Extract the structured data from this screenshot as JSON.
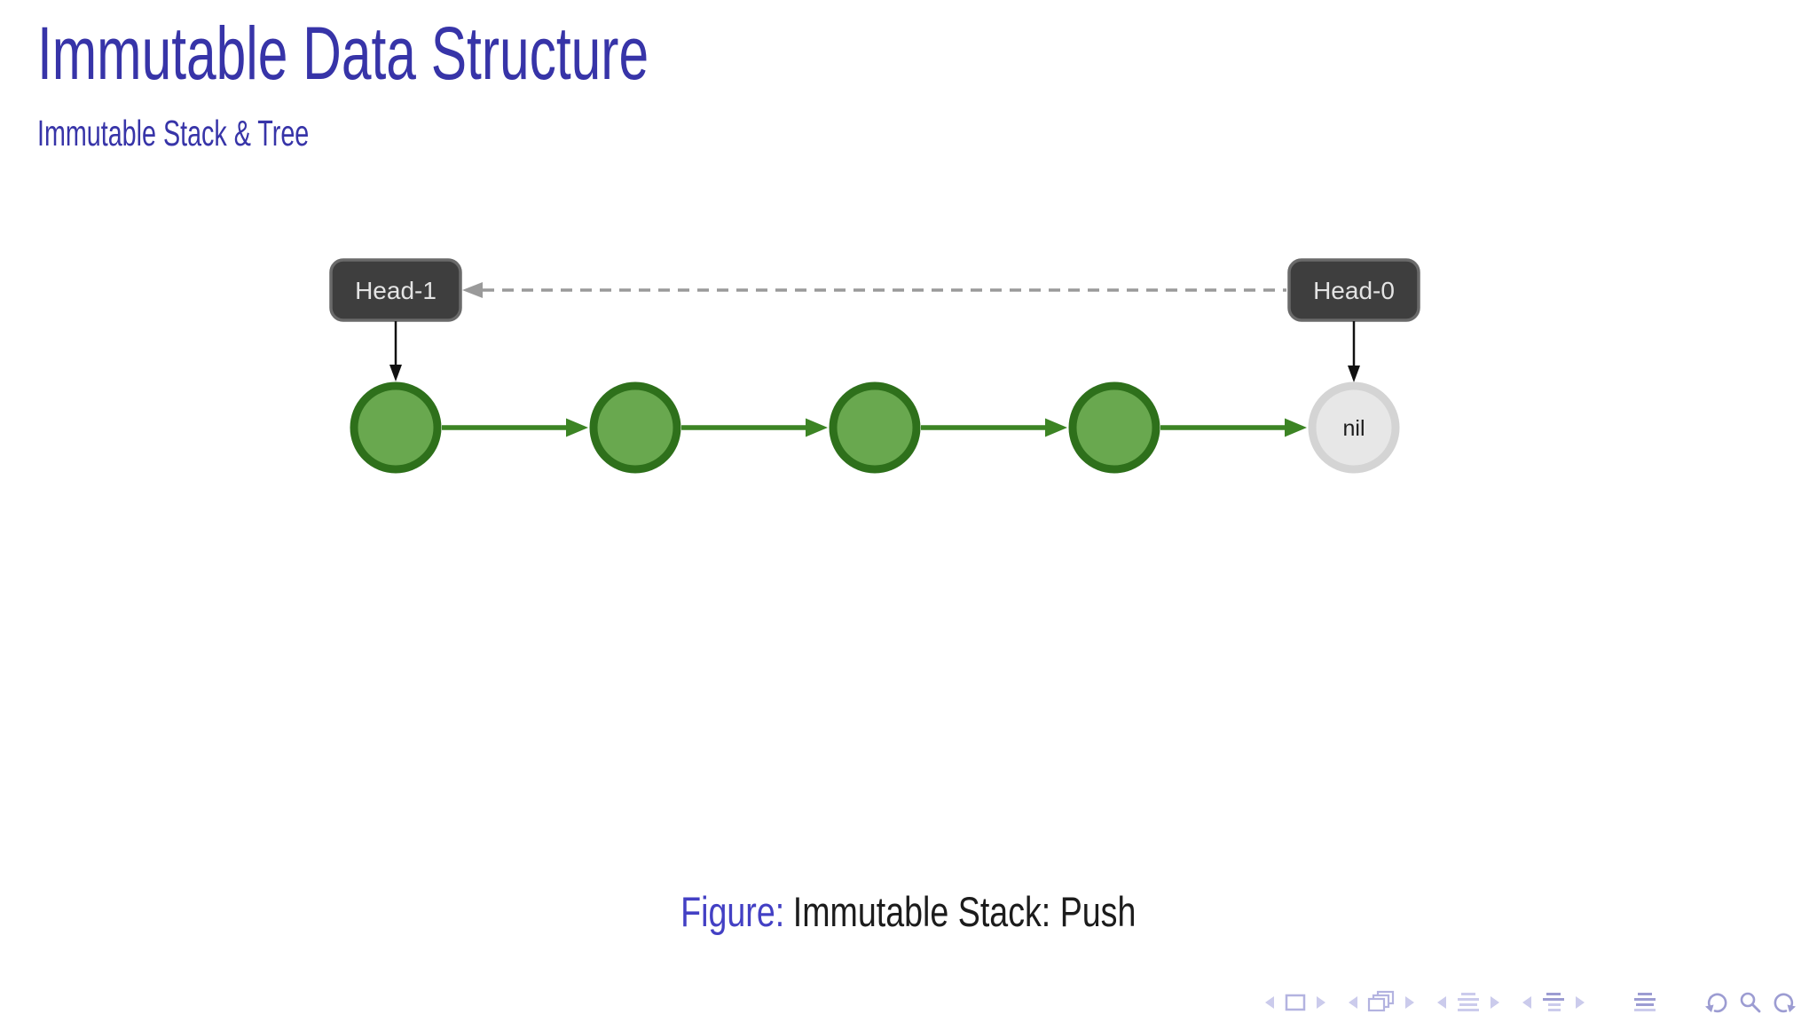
{
  "slide": {
    "title": "Immutable Data Structure",
    "subtitle": "Immutable Stack & Tree",
    "caption": {
      "label": "Figure:",
      "text": "Immutable Stack: Push"
    }
  },
  "diagram": {
    "head_pointers": [
      {
        "label": "Head-1"
      },
      {
        "label": "Head-0"
      }
    ],
    "nil_label": "nil",
    "node_count": 4,
    "edges": {
      "head0_to_head1": "dashed-gray-left-arrow",
      "head1_to_first_node": "black-down-arrow",
      "head0_to_nil": "black-down-arrow",
      "node_chain": "green-right-arrows"
    }
  },
  "colors": {
    "accent": "#3734a8",
    "figure_label": "#4340c4",
    "text_dark": "#1c1c1c",
    "node_fill": "#69a84f",
    "node_border": "#2e701b",
    "arrow_green": "#3c8424",
    "head_fill": "#3e3e3e",
    "head_border": "#6a6a6a",
    "head_text": "#e4e4e4",
    "nil_fill": "#e7e7e7",
    "nil_border": "#d4d4d4",
    "dashed_gray": "#9a9a9a",
    "ink_black": "#111111",
    "nav_light": "#cbcbec",
    "nav_mid": "#b3b3e0",
    "nav_dark": "#9c9cd2"
  },
  "nav": {
    "icons": [
      "prev-slide",
      "current-slide",
      "next-slide",
      "prev-frame",
      "frames-overlay",
      "next-frame",
      "prev-section",
      "section-list",
      "next-section",
      "prev-subsection",
      "subsection-list",
      "next-subsection",
      "appendix-document",
      "go-back",
      "search",
      "go-forward"
    ]
  }
}
